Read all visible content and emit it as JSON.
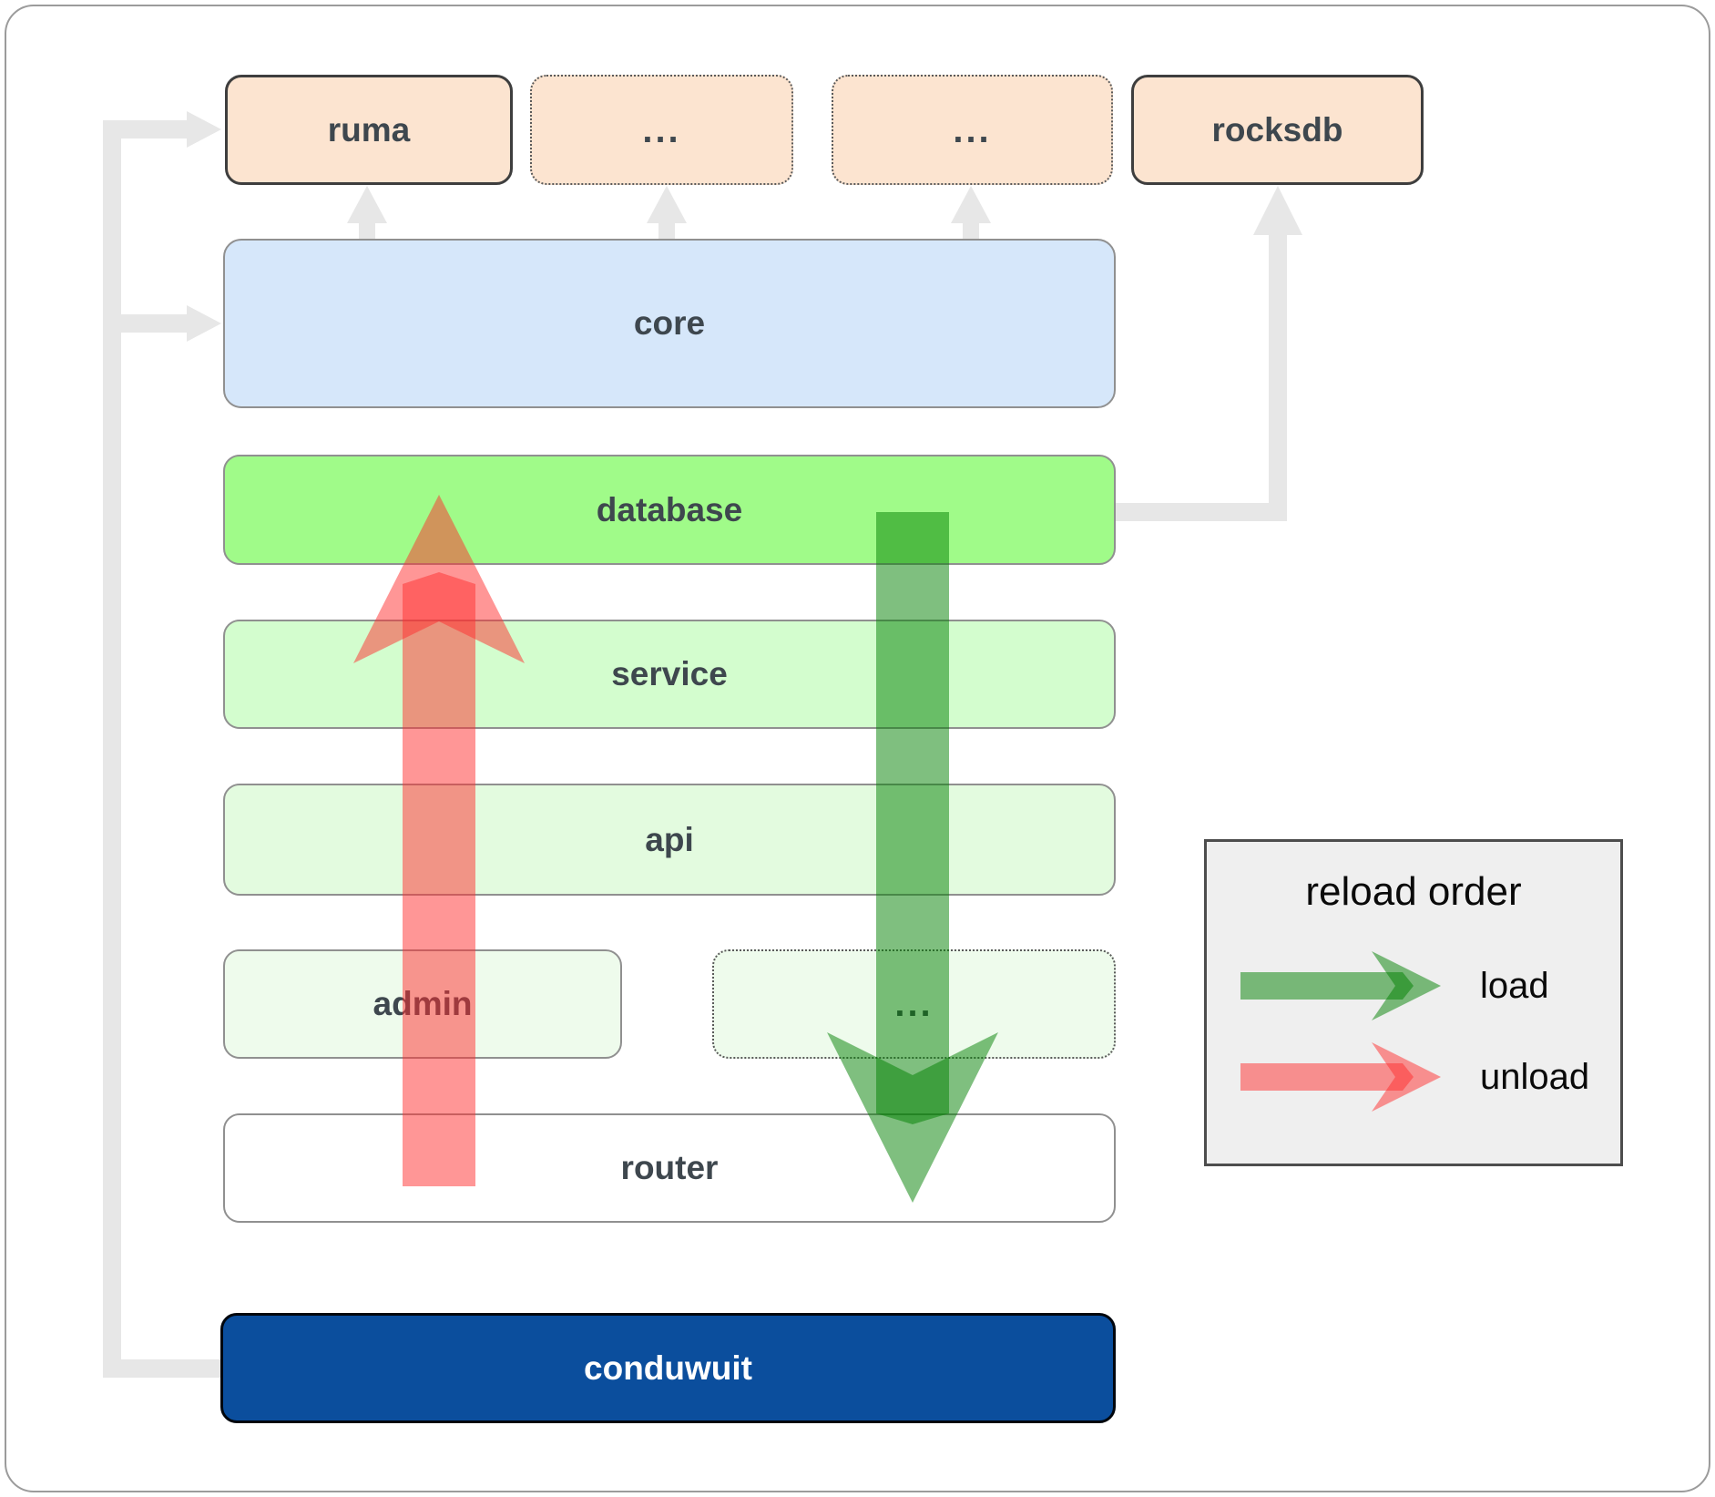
{
  "colors": {
    "peach": "#fce4d0",
    "blue": "#d6e7fa",
    "green_bright": "#a0fb89",
    "green_mid": "#d3fdce",
    "green_light": "#e3fbdf",
    "green_faint": "#eefbec",
    "navy": "#0b4e9d",
    "load": "#008000",
    "unload": "#ff2d2d",
    "connector": "#e7e7e7",
    "legend_bg": "#efefef",
    "label": "#3e474e",
    "border_dark": "#3e3e3e",
    "border_gray": "#909090"
  },
  "boxes": {
    "ruma": {
      "label": "ruma"
    },
    "ellipsis_top_1": {
      "label": "..."
    },
    "ellipsis_top_2": {
      "label": "..."
    },
    "rocksdb": {
      "label": "rocksdb"
    },
    "core": {
      "label": "core"
    },
    "database": {
      "label": "database"
    },
    "service": {
      "label": "service"
    },
    "api": {
      "label": "api"
    },
    "admin": {
      "label": "admin"
    },
    "ellipsis_mid": {
      "label": "..."
    },
    "router": {
      "label": "router"
    },
    "conduwuit": {
      "label": "conduwuit"
    }
  },
  "legend": {
    "title": "reload order",
    "load_label": "load",
    "unload_label": "unload"
  }
}
